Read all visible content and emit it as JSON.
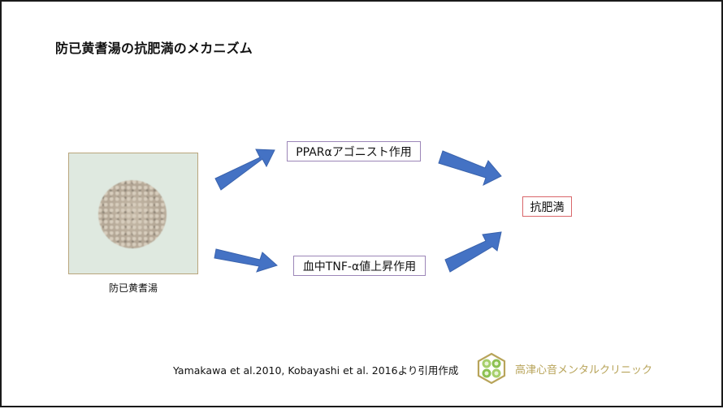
{
  "slide": {
    "title": "防已黄耆湯の抗肥満のメカニズム",
    "image": {
      "caption": "防已黄耆湯",
      "description": "herbal granule powder pile on pale green background"
    },
    "diagram": {
      "nodes": [
        {
          "id": "ppar",
          "label": "PPARαアゴニスト作用",
          "border_color": "#9c86b8"
        },
        {
          "id": "tnf",
          "label": "血中TNF-α値上昇作用",
          "border_color": "#9c86b8"
        },
        {
          "id": "result",
          "label": "抗肥満",
          "border_color": "#d9666a"
        }
      ],
      "edges": [
        {
          "from": "image",
          "to": "ppar"
        },
        {
          "from": "image",
          "to": "tnf"
        },
        {
          "from": "ppar",
          "to": "result"
        },
        {
          "from": "tnf",
          "to": "result"
        }
      ],
      "arrow_color": "#4472c4"
    },
    "citation": "Yamakawa et al.2010, Kobayashi et al. 2016より引用作成",
    "logo": {
      "icon": "clover-hexagon-icon",
      "text": "高津心音メンタルクリニック",
      "text_color": "#b8a45a"
    }
  }
}
